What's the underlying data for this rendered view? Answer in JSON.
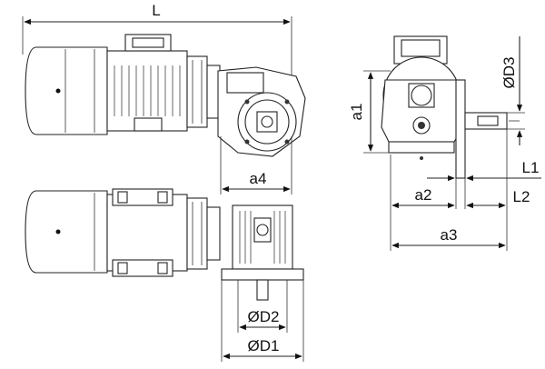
{
  "labels": {
    "L": "L",
    "a4": "a4",
    "D2": "ØD2",
    "D1": "ØD1",
    "a1": "a1",
    "D3": "ØD3",
    "L1": "L1",
    "a2": "a2",
    "L2": "L2",
    "a3": "a3"
  }
}
